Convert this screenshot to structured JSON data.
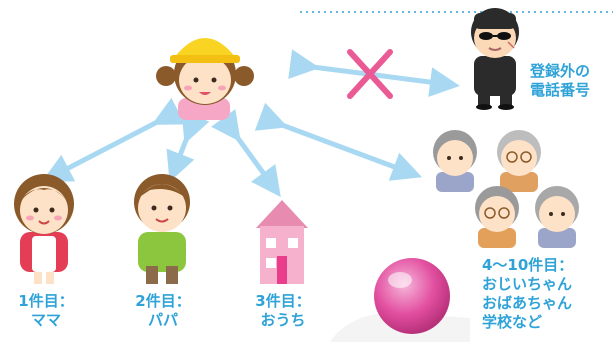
{
  "labels": {
    "mama": {
      "line1": "1件目：",
      "line2": "ママ"
    },
    "papa": {
      "line1": "2件目：",
      "line2": "パパ"
    },
    "home": {
      "line1": "3件目：",
      "line2": "おうち"
    },
    "others": {
      "line1": "4〜10件目：",
      "line2": "おじいちゃん",
      "line3": "おばあちゃん",
      "line4": "学校など"
    },
    "unregistered": {
      "line1": "登録外の",
      "line2": "電話番号"
    }
  },
  "colors": {
    "label": "#2fa3d8",
    "arrow": "#a9d9f2",
    "blocked_cross": "#ea5b96",
    "dotted_line": "#2fa3d8"
  },
  "icons": [
    "child-with-yellow-hat-icon",
    "mother-icon",
    "father-icon",
    "pink-house-icon",
    "grandparents-icon",
    "stranger-with-sunglasses-icon",
    "blocked-x-icon",
    "pink-knob-button-icon"
  ]
}
